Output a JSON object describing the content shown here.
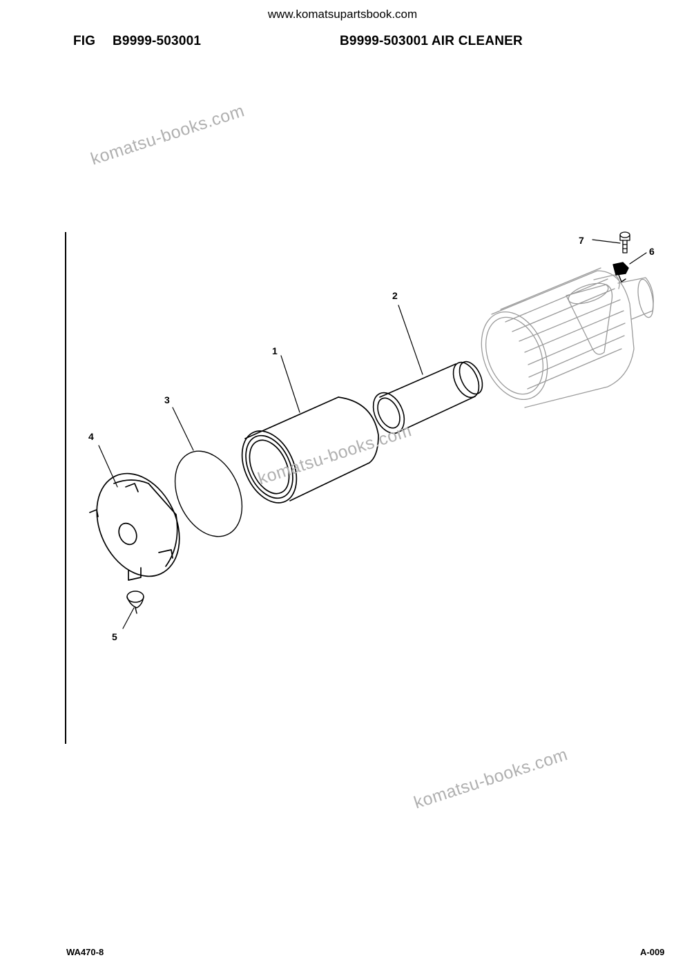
{
  "header": {
    "site_url": "www.komatsupartsbook.com",
    "fig_label": "FIG",
    "fig_number": "B9999-503001",
    "fig_name": "B9999-503001 AIR CLEANER"
  },
  "watermarks": [
    "komatsu-books.com",
    "komatsu-books.com",
    "komatsu-books.com"
  ],
  "diagram": {
    "callouts": [
      "1",
      "2",
      "3",
      "4",
      "5",
      "6",
      "7"
    ]
  },
  "footer": {
    "model": "WA470-8",
    "page": "A-009"
  }
}
